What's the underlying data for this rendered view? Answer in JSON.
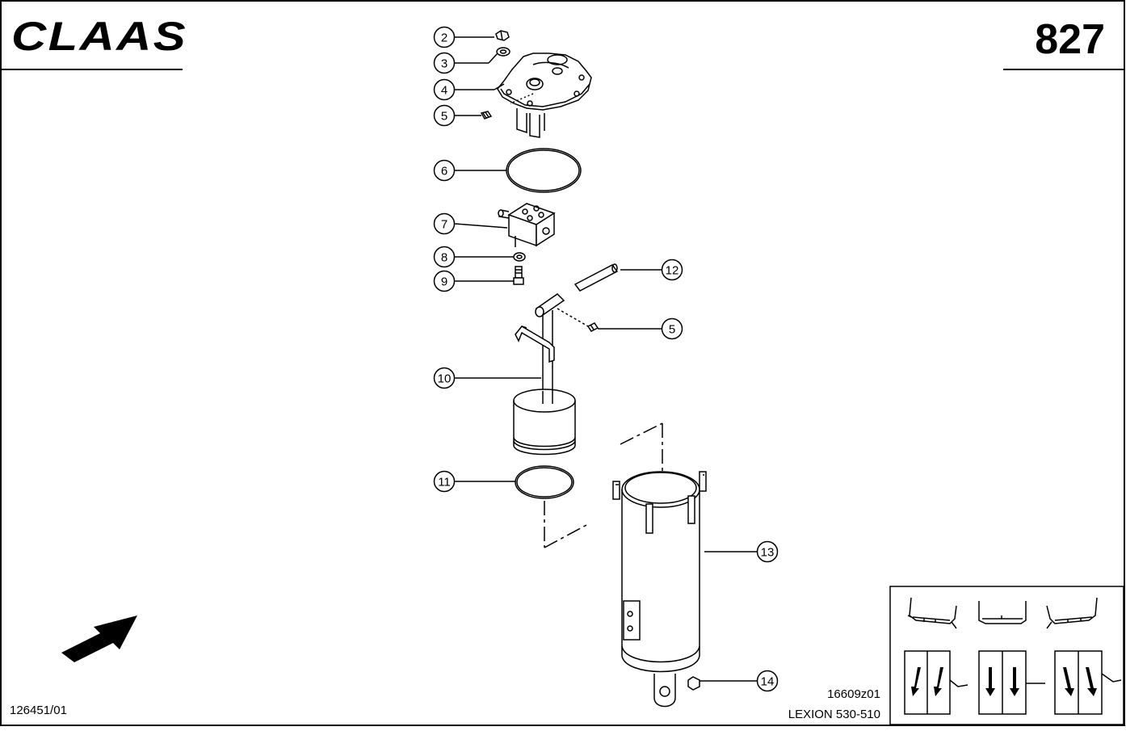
{
  "header": {
    "brand": "CLAAS",
    "page_number": "827"
  },
  "footer": {
    "doc_code": "126451/01",
    "drawing_code": "16609z01",
    "model": "LEXION 530-510"
  },
  "callouts": [
    {
      "id": "c2",
      "label": "2"
    },
    {
      "id": "c3",
      "label": "3"
    },
    {
      "id": "c4",
      "label": "4"
    },
    {
      "id": "c5a",
      "label": "5"
    },
    {
      "id": "c6",
      "label": "6"
    },
    {
      "id": "c7",
      "label": "7"
    },
    {
      "id": "c8",
      "label": "8"
    },
    {
      "id": "c9",
      "label": "9"
    },
    {
      "id": "c12",
      "label": "12"
    },
    {
      "id": "c5b",
      "label": "5"
    },
    {
      "id": "c10",
      "label": "10"
    },
    {
      "id": "c11",
      "label": "11"
    },
    {
      "id": "c13",
      "label": "13"
    },
    {
      "id": "c14",
      "label": "14"
    }
  ],
  "icons": {
    "direction": "direction-arrow-icon",
    "orientation_panel": "machine-orientation-icons"
  },
  "colors": {
    "ink": "#000000",
    "paper": "#ffffff"
  }
}
